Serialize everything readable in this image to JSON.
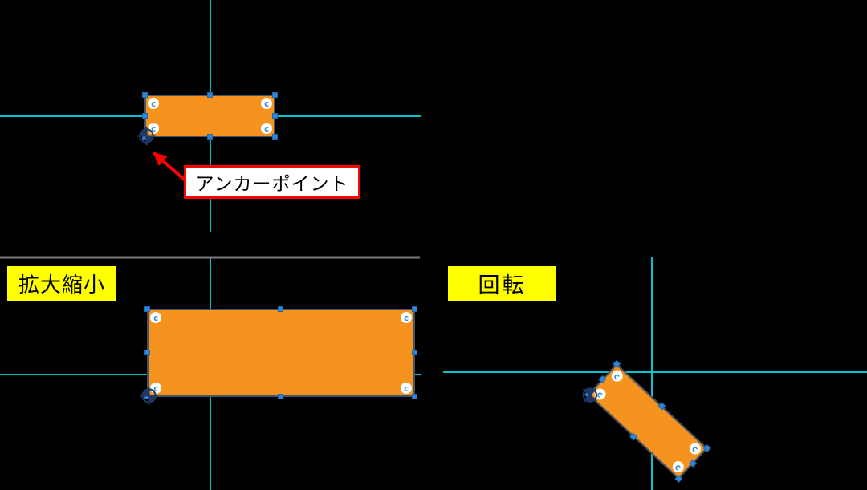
{
  "labels": {
    "anchor_callout": "アンカーポイント",
    "scale": "拡大縮小",
    "rotate": "回転"
  },
  "handles": {
    "rotate_glyph": "c"
  },
  "colors": {
    "background": "#000000",
    "shape_fill": "#F6921E",
    "shape_border": "#44546A",
    "handle_blue": "#2F86D6",
    "handle_circle_bg": "#FFFFFF",
    "crosshair_cyan": "#00C3CE",
    "anchor_navy": "#1F3864",
    "callout_border_red": "#FF0000",
    "callout_bg": "#FFFFFF",
    "section_label_bg": "#FFFF00",
    "section_label_text": "#000000",
    "divider_gray": "#9A9A9A"
  },
  "shapes": {
    "original": {
      "state": "selected",
      "anchor": "bottom-left",
      "rotation_deg": 0
    },
    "scaled": {
      "state": "selected",
      "anchor": "bottom-left",
      "rotation_deg": 0
    },
    "rotated": {
      "state": "selected",
      "anchor": "bottom-left",
      "rotation_deg": 43
    }
  }
}
